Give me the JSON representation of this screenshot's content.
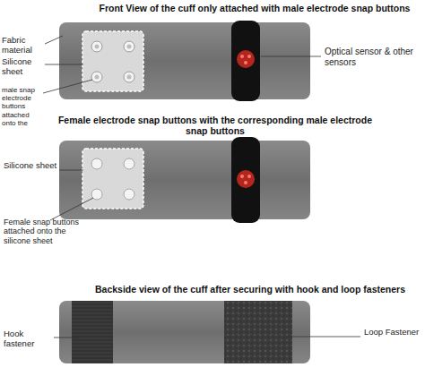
{
  "diagram": {
    "labels": [
      "Front View of the cuff only attached with male electrode snap buttons",
      "Fabric material",
      "Silicone sheet",
      "male snap electrode buttons attached onto the",
      "Optical sensor & other sensors",
      "Female electrode snap buttons with the corresponding male electrode snap buttons",
      "Silicone sheet",
      "Female snap buttons attached onto the silicone sheet",
      "Backside view of the cuff after securing with hook and loop fasteners",
      "Hook fastener",
      "Loop Fastener"
    ]
  }
}
